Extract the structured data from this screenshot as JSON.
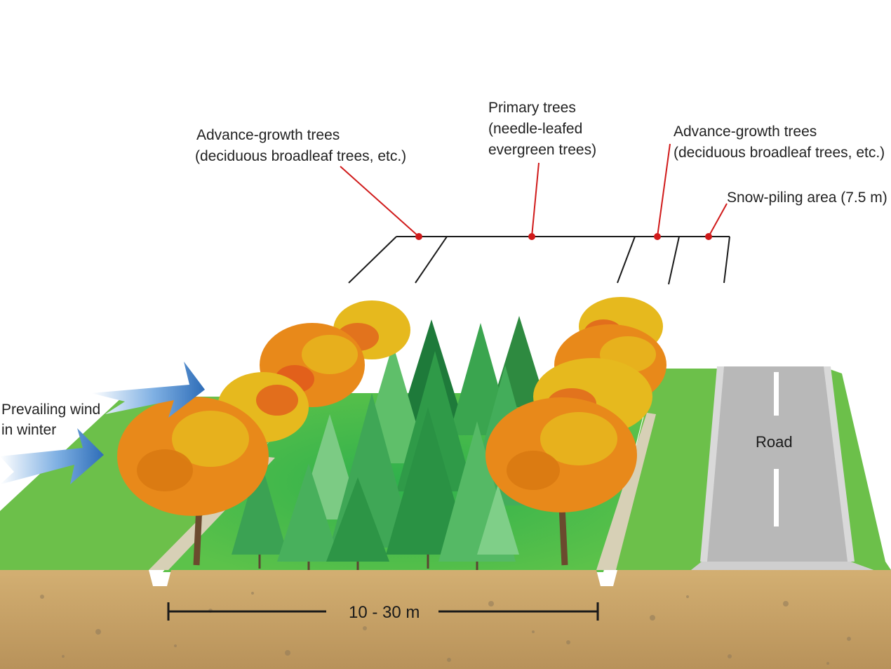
{
  "labels": {
    "advance_left_line1": "Advance-growth trees",
    "advance_left_line2": "(deciduous broadleaf trees, etc.)",
    "primary_line1": "Primary trees",
    "primary_line2": "(needle-leafed",
    "primary_line3": "evergreen trees)",
    "advance_right_line1": "Advance-growth trees",
    "advance_right_line2": "(deciduous broadleaf trees, etc.)",
    "snow_piling": "Snow-piling area (7.5 m)",
    "wind_line1": "Prevailing wind",
    "wind_line2": "in winter",
    "road": "Road",
    "width": "10 - 30 m"
  },
  "colors": {
    "grass": "#6cc04a",
    "grass_dark": "#4ea83a",
    "soil": "#c9a465",
    "soil_speck": "#8f7a5a",
    "road": "#b8b8b8",
    "autumn_orange": "#e8891a",
    "autumn_yellow": "#e6b91e",
    "autumn_red": "#e0561c",
    "conifer_green": "#2f9a48",
    "leader_red": "#d01a1a",
    "wind_blue": "#2e6db8"
  },
  "icons": {
    "wind": "arrow-icon",
    "conifer": "conifer-tree-icon",
    "broadleaf": "broadleaf-tree-icon"
  }
}
